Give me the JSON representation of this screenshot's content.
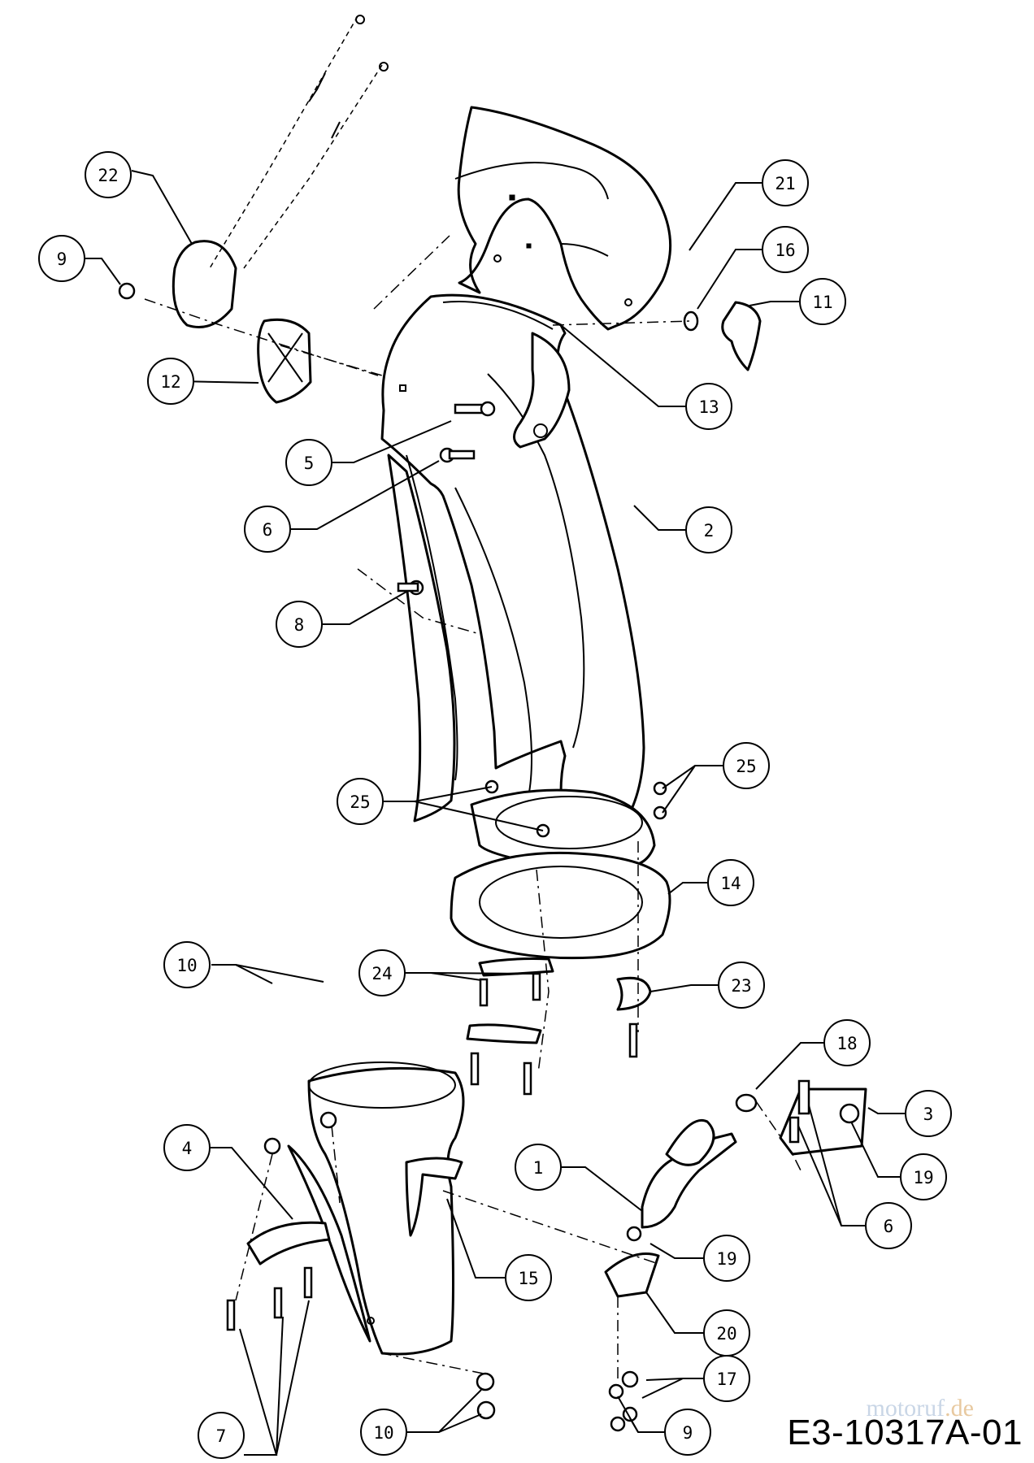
{
  "diagram_code": "E3-10317A-01",
  "watermark": {
    "brand": "motoruf",
    "suffix": ".de",
    "color": "#c9d6e6",
    "accent": "#e8c9a0"
  },
  "callouts": [
    "22",
    "9",
    "12",
    "5",
    "6",
    "8",
    "21",
    "16",
    "11",
    "13",
    "2",
    "25",
    "25",
    "14",
    "10",
    "24",
    "23",
    "18",
    "3",
    "19",
    "6",
    "4",
    "1",
    "19",
    "15",
    "20",
    "17",
    "7",
    "10",
    "9"
  ],
  "colors": {
    "line": "#000000",
    "paper": "#ffffff"
  }
}
